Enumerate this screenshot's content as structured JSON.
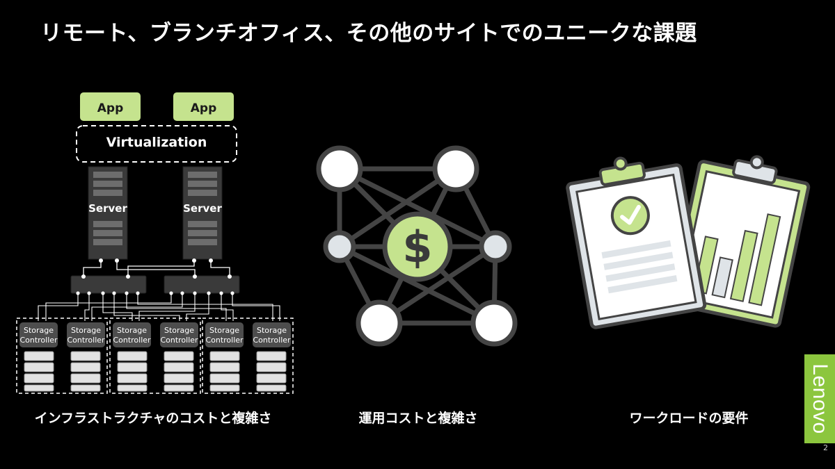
{
  "slide": {
    "title": "リモート、ブランチオフィス、その他のサイトでのユニークな課題",
    "page_number": "2",
    "logo_text": "Lenovo"
  },
  "colors": {
    "background": "#000000",
    "accent_green": "#c5e38e",
    "lenovo_green": "#8cc63e",
    "server_gray": "#3a3a3a",
    "node_white": "#ffffff"
  },
  "panels": {
    "infrastructure": {
      "caption": "インフラストラクチャのコストと複雑さ",
      "app_labels": [
        "App",
        "App"
      ],
      "virtualization_label": "Virtualization",
      "server_labels": [
        "Server",
        "Server"
      ],
      "storage_labels": [
        [
          "Storage",
          "Controller"
        ],
        [
          "Storage",
          "Controller"
        ],
        [
          "Storage",
          "Controller"
        ],
        [
          "Storage",
          "Controller"
        ],
        [
          "Storage",
          "Controller"
        ],
        [
          "Storage",
          "Controller"
        ]
      ]
    },
    "operations": {
      "caption": "運用コストと複雑さ",
      "center_symbol": "$",
      "icon": "network-dollar-icon"
    },
    "workload": {
      "caption": "ワークロードの要件",
      "icon": "clipboard-report-icon"
    }
  }
}
